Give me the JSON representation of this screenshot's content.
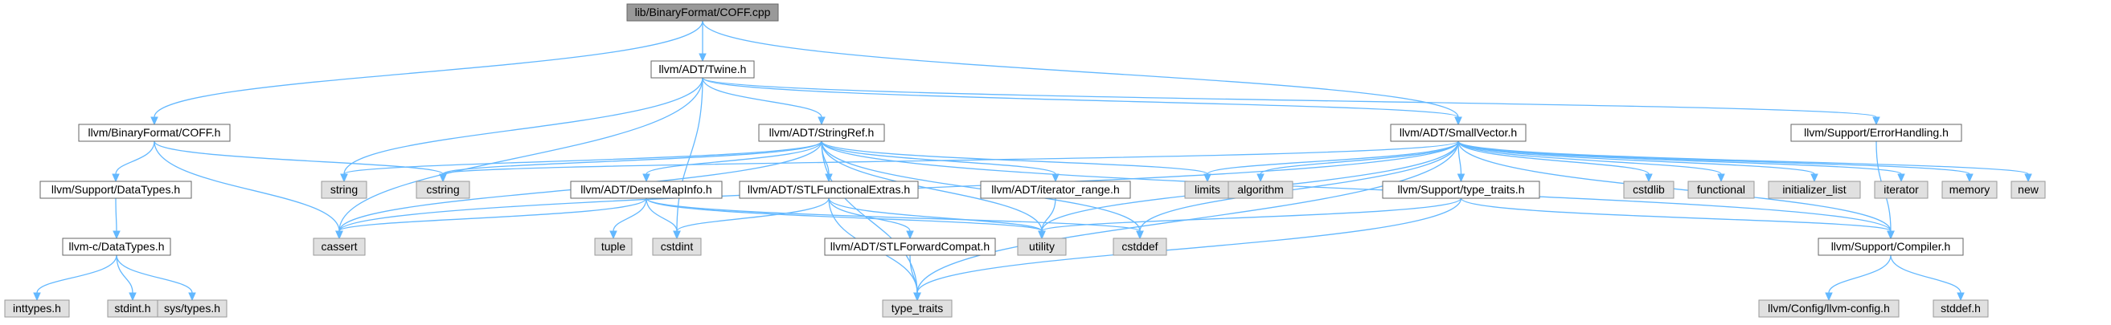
{
  "colors": {
    "root_fill": "#999999",
    "root_stroke": "#666666",
    "header_fill": "#ffffff",
    "header_stroke": "#666666",
    "system_fill": "#e0e0e0",
    "system_stroke": "#999999",
    "edge": "#63b8ff"
  },
  "nodes": [
    {
      "id": "coff_cpp",
      "label": "lib/BinaryFormat/COFF.cpp",
      "kind": "root"
    },
    {
      "id": "twine",
      "label": "llvm/ADT/Twine.h",
      "kind": "header"
    },
    {
      "id": "coff_h",
      "label": "llvm/BinaryFormat/COFF.h",
      "kind": "header"
    },
    {
      "id": "stringref",
      "label": "llvm/ADT/StringRef.h",
      "kind": "header"
    },
    {
      "id": "smallvector",
      "label": "llvm/ADT/SmallVector.h",
      "kind": "header"
    },
    {
      "id": "errorhandling",
      "label": "llvm/Support/ErrorHandling.h",
      "kind": "header"
    },
    {
      "id": "support_datatypes",
      "label": "llvm/Support/DataTypes.h",
      "kind": "header"
    },
    {
      "id": "densemapinfo",
      "label": "llvm/ADT/DenseMapInfo.h",
      "kind": "header"
    },
    {
      "id": "stlfunctional",
      "label": "llvm/ADT/STLFunctionalExtras.h",
      "kind": "header"
    },
    {
      "id": "iterator_range",
      "label": "llvm/ADT/iterator_range.h",
      "kind": "header"
    },
    {
      "id": "type_traits_h",
      "label": "llvm/Support/type_traits.h",
      "kind": "header"
    },
    {
      "id": "c_datatypes",
      "label": "llvm-c/DataTypes.h",
      "kind": "header"
    },
    {
      "id": "stlforward",
      "label": "llvm/ADT/STLForwardCompat.h",
      "kind": "header"
    },
    {
      "id": "compiler",
      "label": "llvm/Support/Compiler.h",
      "kind": "header"
    },
    {
      "id": "string",
      "label": "string",
      "kind": "system"
    },
    {
      "id": "cstring",
      "label": "cstring",
      "kind": "system"
    },
    {
      "id": "limits",
      "label": "limits",
      "kind": "system"
    },
    {
      "id": "algorithm",
      "label": "algorithm",
      "kind": "system"
    },
    {
      "id": "cstdlib",
      "label": "cstdlib",
      "kind": "system"
    },
    {
      "id": "functional",
      "label": "functional",
      "kind": "system"
    },
    {
      "id": "initializer_list",
      "label": "initializer_list",
      "kind": "system"
    },
    {
      "id": "iterator",
      "label": "iterator",
      "kind": "system"
    },
    {
      "id": "memory",
      "label": "memory",
      "kind": "system"
    },
    {
      "id": "new",
      "label": "new",
      "kind": "system"
    },
    {
      "id": "cassert",
      "label": "cassert",
      "kind": "system"
    },
    {
      "id": "tuple",
      "label": "tuple",
      "kind": "system"
    },
    {
      "id": "cstdint",
      "label": "cstdint",
      "kind": "system"
    },
    {
      "id": "utility",
      "label": "utility",
      "kind": "system"
    },
    {
      "id": "cstddef",
      "label": "cstddef",
      "kind": "system"
    },
    {
      "id": "inttypes",
      "label": "inttypes.h",
      "kind": "system"
    },
    {
      "id": "stdint",
      "label": "stdint.h",
      "kind": "system"
    },
    {
      "id": "sys_types",
      "label": "sys/types.h",
      "kind": "system"
    },
    {
      "id": "type_traits",
      "label": "type_traits",
      "kind": "system"
    },
    {
      "id": "llvm_config",
      "label": "llvm/Config/llvm-config.h",
      "kind": "system"
    },
    {
      "id": "stddef",
      "label": "stddef.h",
      "kind": "system"
    }
  ],
  "edges": [
    [
      "coff_cpp",
      "twine"
    ],
    [
      "coff_cpp",
      "coff_h"
    ],
    [
      "coff_cpp",
      "smallvector"
    ],
    [
      "twine",
      "stringref"
    ],
    [
      "twine",
      "smallvector"
    ],
    [
      "twine",
      "errorhandling"
    ],
    [
      "twine",
      "string"
    ],
    [
      "twine",
      "cassert"
    ],
    [
      "twine",
      "cstdint"
    ],
    [
      "coff_h",
      "support_datatypes"
    ],
    [
      "coff_h",
      "cstring"
    ],
    [
      "coff_h",
      "cassert"
    ],
    [
      "support_datatypes",
      "c_datatypes"
    ],
    [
      "c_datatypes",
      "inttypes"
    ],
    [
      "c_datatypes",
      "stdint"
    ],
    [
      "c_datatypes",
      "sys_types"
    ],
    [
      "stringref",
      "densemapinfo"
    ],
    [
      "stringref",
      "stlfunctional"
    ],
    [
      "stringref",
      "iterator_range"
    ],
    [
      "stringref",
      "compiler"
    ],
    [
      "stringref",
      "string"
    ],
    [
      "stringref",
      "cstring"
    ],
    [
      "stringref",
      "limits"
    ],
    [
      "stringref",
      "cassert"
    ],
    [
      "stringref",
      "cstddef"
    ],
    [
      "stringref",
      "utility"
    ],
    [
      "stringref",
      "type_traits"
    ],
    [
      "smallvector",
      "compiler"
    ],
    [
      "smallvector",
      "type_traits_h"
    ],
    [
      "smallvector",
      "cstring"
    ],
    [
      "smallvector",
      "limits"
    ],
    [
      "smallvector",
      "algorithm"
    ],
    [
      "smallvector",
      "cstdlib"
    ],
    [
      "smallvector",
      "functional"
    ],
    [
      "smallvector",
      "initializer_list"
    ],
    [
      "smallvector",
      "iterator"
    ],
    [
      "smallvector",
      "memory"
    ],
    [
      "smallvector",
      "new"
    ],
    [
      "smallvector",
      "cassert"
    ],
    [
      "smallvector",
      "cstddef"
    ],
    [
      "smallvector",
      "utility"
    ],
    [
      "smallvector",
      "type_traits"
    ],
    [
      "errorhandling",
      "compiler"
    ],
    [
      "densemapinfo",
      "cassert"
    ],
    [
      "densemapinfo",
      "tuple"
    ],
    [
      "densemapinfo",
      "cstdint"
    ],
    [
      "densemapinfo",
      "utility"
    ],
    [
      "densemapinfo",
      "cstddef"
    ],
    [
      "stlfunctional",
      "stlforward"
    ],
    [
      "stlfunctional",
      "cstdint"
    ],
    [
      "stlfunctional",
      "utility"
    ],
    [
      "stlfunctional",
      "type_traits"
    ],
    [
      "iterator_range",
      "utility"
    ],
    [
      "type_traits_h",
      "compiler"
    ],
    [
      "type_traits_h",
      "utility"
    ],
    [
      "type_traits_h",
      "type_traits"
    ],
    [
      "stlforward",
      "type_traits"
    ],
    [
      "compiler",
      "llvm_config"
    ],
    [
      "compiler",
      "stddef"
    ]
  ]
}
